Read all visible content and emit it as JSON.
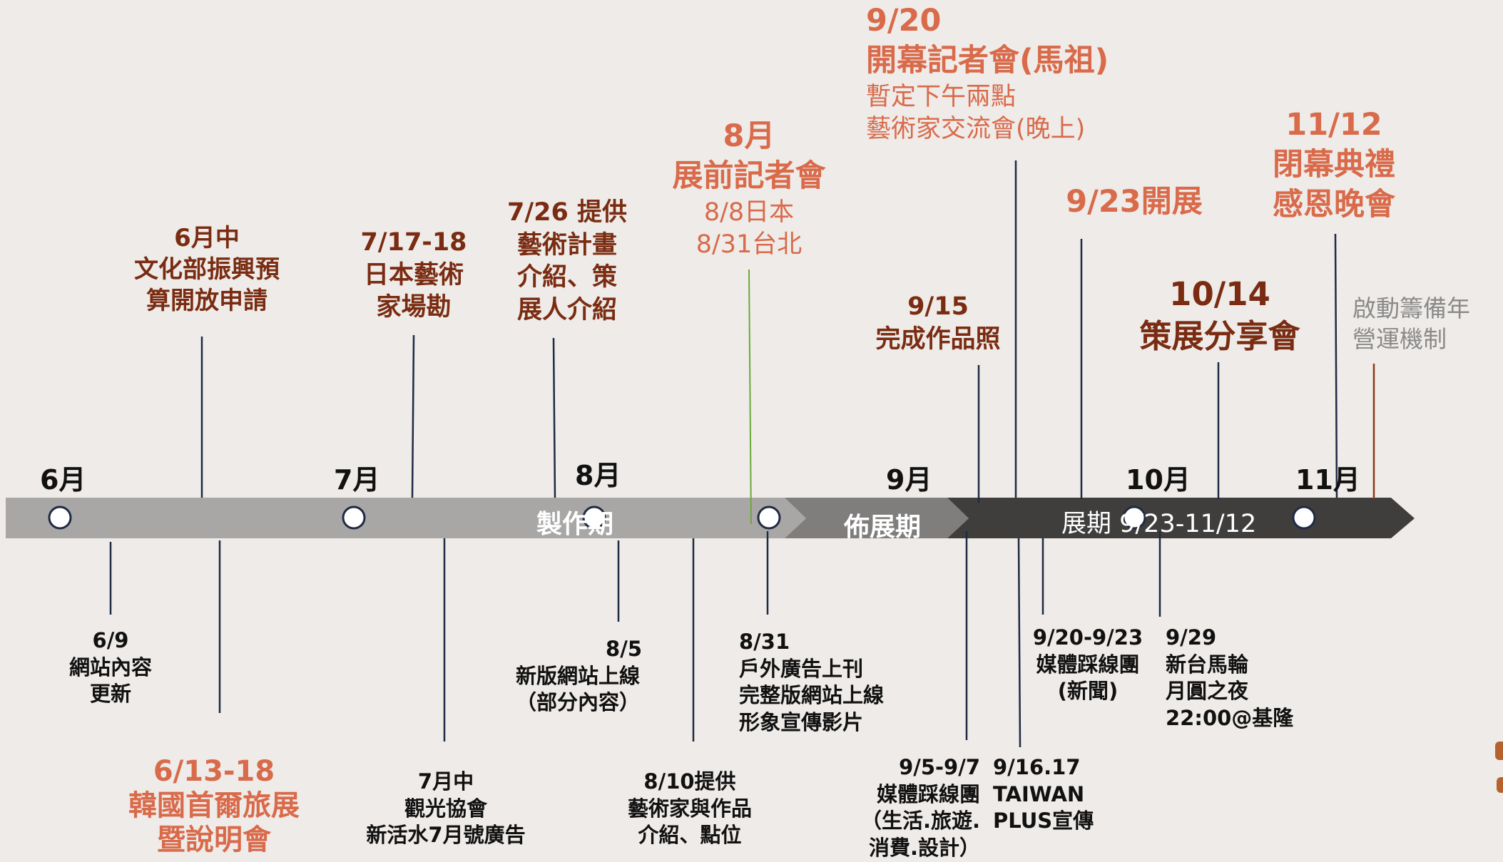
{
  "months": [
    "6月",
    "7月",
    "8月",
    "9月",
    "10月",
    "11月"
  ],
  "phases": {
    "production": "製作期",
    "setup": "佈展期",
    "exhibition": "展期 9/23-11/12"
  },
  "colors": {
    "page_bg": "#eeebe8",
    "bar_light": "#a9a7a6",
    "bar_mid": "#807e7d",
    "bar_dark": "#3f3e3d",
    "dark_red": "#7a2c12",
    "orange": "#d96a4a",
    "navy_line": "#1f2a44",
    "green_line": "#6aaa3a",
    "brown_line": "#8b3a1a"
  },
  "top_events": {
    "jun_mid": [
      "6月中",
      "文化部振興預",
      "算開放申請"
    ],
    "jul_17_18": [
      "7/17-18",
      "日本藝術",
      "家場勘"
    ],
    "jul_26": [
      "7/26 提供",
      "藝術計畫",
      "介紹、策",
      "展人介紹"
    ],
    "aug_press": {
      "title": [
        "8月",
        "展前記者會"
      ],
      "sub": [
        "8/8日本",
        "8/31台北"
      ]
    },
    "sep_15": [
      "9/15",
      "完成作品照"
    ],
    "sep_20": {
      "title": [
        "9/20",
        "開幕記者會(馬祖)"
      ],
      "sub": [
        "暫定下午兩點",
        "藝術家交流會(晚上)"
      ]
    },
    "sep_23": [
      "9/23開展"
    ],
    "oct_14": [
      "10/14",
      "策展分享會"
    ],
    "nov_12": [
      "11/12",
      "閉幕典禮",
      "感恩晚會"
    ],
    "annual": [
      "啟動籌備年",
      "營運機制"
    ]
  },
  "bottom_events": {
    "jun_9": [
      "6/9",
      "網站內容",
      "更新"
    ],
    "jun_13_18": [
      "6/13-18",
      "韓國首爾旅展",
      "暨說明會"
    ],
    "jul_mid": [
      "7月中",
      "觀光協會",
      "新活水7月號廣告"
    ],
    "aug_5": [
      "8/5",
      "新版網站上線",
      "（部分內容）"
    ],
    "aug_10": [
      "8/10提供",
      "藝術家與作品",
      "介紹、點位"
    ],
    "aug_31": [
      "8/31",
      "戶外廣告上刊",
      "完整版網站上線",
      "形象宣傳影片"
    ],
    "sep_5_7": [
      "9/5-9/7",
      "媒體踩線團",
      "（生活.旅遊.",
      "消費.設計）"
    ],
    "sep_16_17": [
      "9/16.17",
      "TAIWAN",
      "PLUS宣傳"
    ],
    "sep_20_23": [
      "9/20-9/23",
      "媒體踩線團",
      "(新聞)"
    ],
    "sep_29": [
      "9/29",
      "新台馬輪",
      "月圓之夜",
      "22:00@基隆"
    ]
  }
}
